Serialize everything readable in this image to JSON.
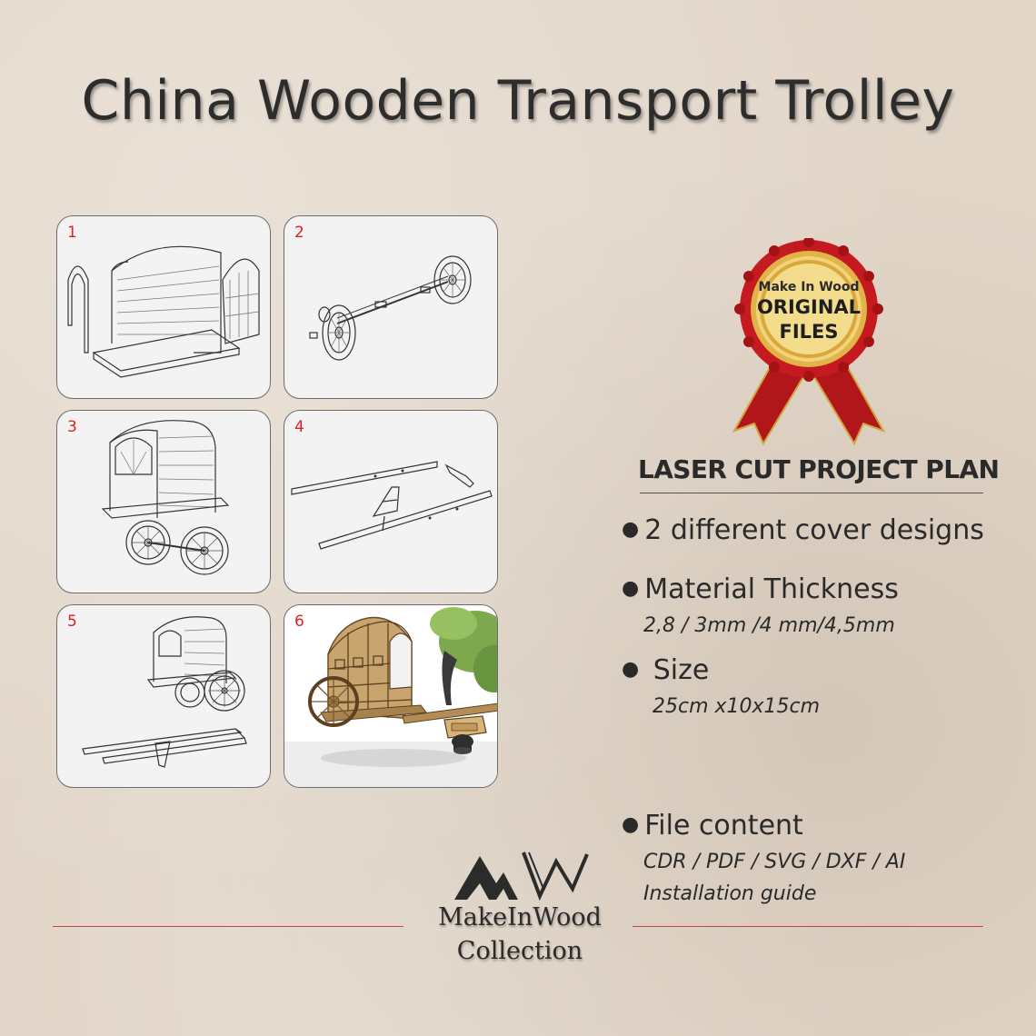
{
  "title": "China Wooden Transport Trolley",
  "steps": [
    {
      "num": "1"
    },
    {
      "num": "2"
    },
    {
      "num": "3"
    },
    {
      "num": "4"
    },
    {
      "num": "5"
    },
    {
      "num": "6"
    }
  ],
  "seal": {
    "line1": "Make In Wood",
    "line2": "ORIGINAL",
    "line3": "FILES"
  },
  "plan_heading": "LASER CUT PROJECT PLAN",
  "features": {
    "covers": "2 different cover designs",
    "thickness": "Material Thickness",
    "thickness_values": "2,8 / 3mm /4 mm/4,5mm",
    "size": " Size",
    "size_values": "25cm x10x15cm",
    "file": "File content",
    "file_formats": "CDR / PDF / SVG / DXF / AI",
    "file_guide": "Installation guide"
  },
  "brand": {
    "name": "MakeInWood",
    "collection": "Collection"
  },
  "colors": {
    "accent_red": "#c41b1b",
    "gold": "#d8a636",
    "text": "#2a2a2a"
  }
}
